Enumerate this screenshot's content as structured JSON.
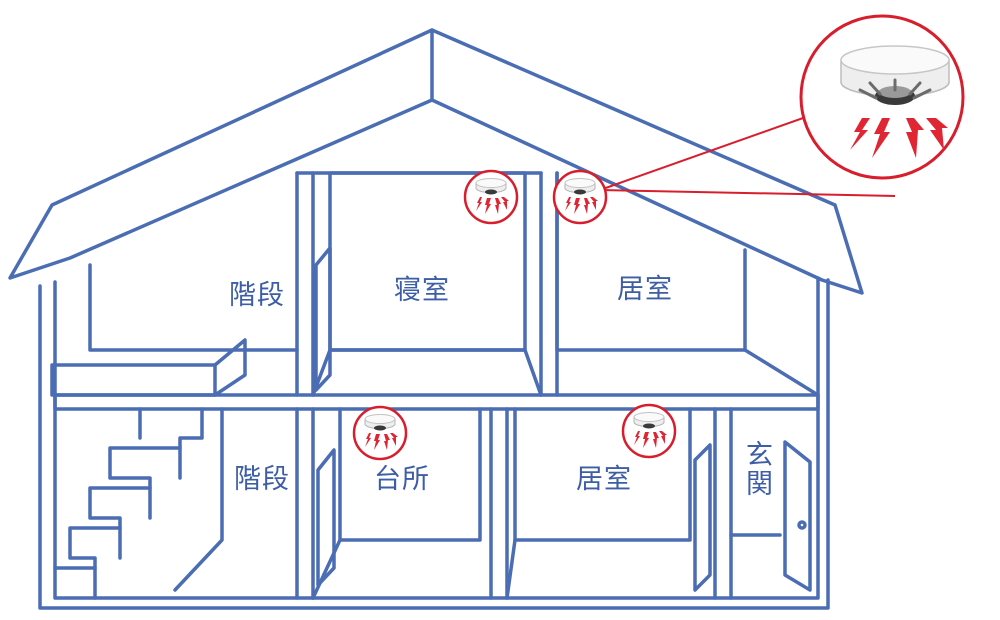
{
  "colors": {
    "house_line": "#4a6db3",
    "label_text": "#3d5ea6",
    "alarm_circle": "#d81e2c",
    "alarm_body": "#eeeeee",
    "signal": "#e02533"
  },
  "labels": {
    "upper_stairs": "階段",
    "bedroom": "寝室",
    "upper_living": "居室",
    "lower_stairs": "階段",
    "kitchen": "台所",
    "lower_living": "居室",
    "entrance": "玄関"
  },
  "icons": {
    "detector": "smoke-detector-icon",
    "signal": "alarm-signal-icon"
  }
}
